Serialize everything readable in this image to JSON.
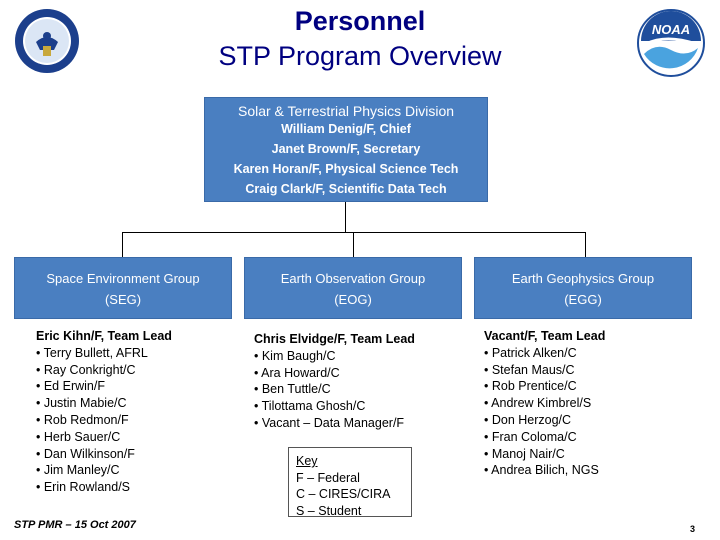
{
  "header": {
    "title": "Personnel",
    "subtitle": "STP Program Overview"
  },
  "division": {
    "title": "Solar & Terrestrial Physics Division",
    "staff": [
      "William Denig/F, Chief",
      "Janet Brown/F, Secretary",
      "Karen Horan/F, Physical Science Tech",
      "Craig Clark/F, Scientific Data Tech"
    ]
  },
  "groups": [
    {
      "name": "Space Environment Group",
      "abbrev": "(SEG)",
      "lead": "Eric Kihn/F, Team Lead",
      "members": [
        "• Terry Bullett, AFRL",
        "• Ray Conkright/C",
        "• Ed Erwin/F",
        "• Justin Mabie/C",
        "• Rob Redmon/F",
        "• Herb Sauer/C",
        "• Dan Wilkinson/F",
        "• Jim Manley/C",
        "• Erin Rowland/S"
      ]
    },
    {
      "name": "Earth Observation Group",
      "abbrev": "(EOG)",
      "lead": "Chris Elvidge/F, Team Lead",
      "members": [
        "• Kim Baugh/C",
        "• Ara Howard/C",
        "• Ben Tuttle/C",
        "• Tilottama Ghosh/C",
        "• Vacant – Data Manager/F"
      ]
    },
    {
      "name": "Earth Geophysics Group",
      "abbrev": "(EGG)",
      "lead": "Vacant/F, Team Lead",
      "members": [
        "• Patrick Alken/C",
        "• Stefan Maus/C",
        "• Rob Prentice/C",
        "• Andrew Kimbrel/S",
        "• Don Herzog/C",
        "• Fran Coloma/C",
        "• Manoj Nair/C",
        "• Andrea Bilich, NGS"
      ]
    }
  ],
  "key": {
    "title": "Key",
    "entries": [
      "F – Federal",
      "C – CIRES/CIRA",
      "S – Student"
    ]
  },
  "footer": {
    "text": "STP PMR – 15 Oct 2007",
    "page_number": "3"
  },
  "logos": {
    "left": "department-of-commerce-seal",
    "right": "noaa-logo",
    "right_text": "NOAA"
  },
  "colors": {
    "title": "#000080",
    "box_fill": "#4a7fc1",
    "noaa_blue": "#1f4e9c"
  }
}
